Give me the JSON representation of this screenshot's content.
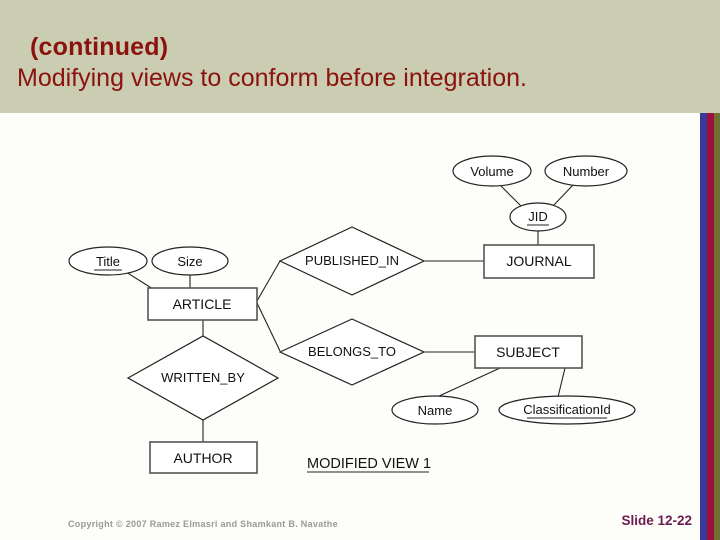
{
  "slide": {
    "header": {
      "line1": "(continued)",
      "line2": "Modifying views to conform before integration."
    },
    "footer": {
      "copyright": "Copyright © 2007 Ramez Elmasri and Shamkant B. Navathe",
      "slide_number": "Slide 12-22"
    }
  },
  "colors": {
    "header_band": "#cacdb2",
    "title_text": "#8b120d",
    "stripe_blue": "#3a3a9b",
    "stripe_crimson": "#9c0f3f",
    "stripe_olive": "#6f7031",
    "slide_number_text": "#6b1b50",
    "diagram_line": "#222222"
  },
  "diagram": {
    "caption": "MODIFIED VIEW 1",
    "entities": {
      "article": {
        "label": "ARTICLE"
      },
      "journal": {
        "label": "JOURNAL"
      },
      "subject": {
        "label": "SUBJECT"
      },
      "author": {
        "label": "AUTHOR"
      }
    },
    "relationships": {
      "published_in": {
        "label": "PUBLISHED_IN"
      },
      "belongs_to": {
        "label": "BELONGS_TO"
      },
      "written_by": {
        "label": "WRITTEN_BY"
      }
    },
    "attributes": {
      "volume": {
        "label": "Volume",
        "underlined": false
      },
      "number": {
        "label": "Number",
        "underlined": false
      },
      "jid": {
        "label": "JID",
        "underlined": true
      },
      "title": {
        "label": "Title",
        "underlined": true
      },
      "size": {
        "label": "Size",
        "underlined": false
      },
      "name": {
        "label": "Name",
        "underlined": false
      },
      "classification_id": {
        "label": "ClassificationId",
        "underlined": true
      }
    }
  }
}
